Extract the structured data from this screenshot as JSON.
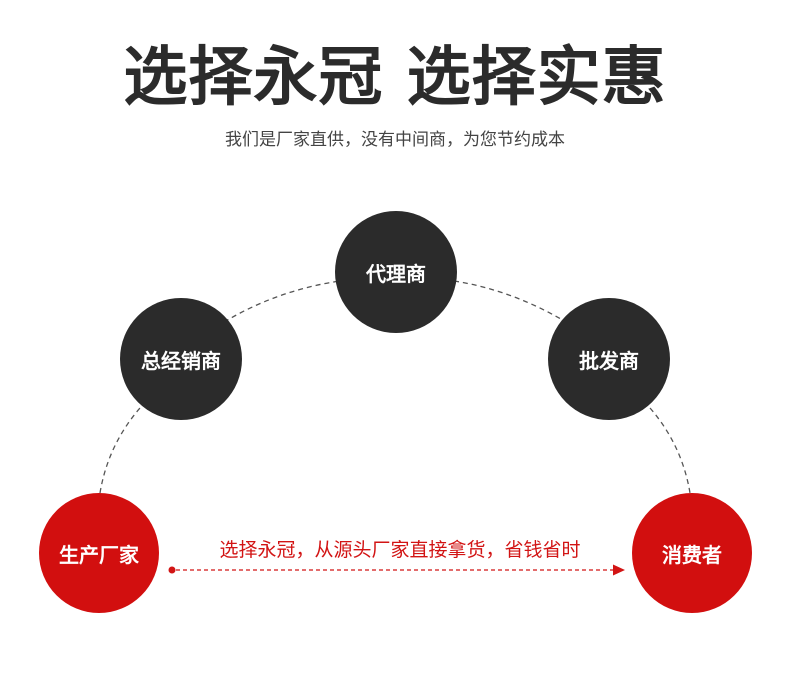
{
  "header": {
    "title": "选择永冠 选择实惠",
    "subtitle": "我们是厂家直供，没有中间商，为您节约成本"
  },
  "nodes": {
    "manufacturer": "生产厂家",
    "general_distributor": "总经销商",
    "agent": "代理商",
    "wholesaler": "批发商",
    "consumer": "消费者"
  },
  "direct_path": {
    "label": "选择永冠，从源头厂家直接拿货，省钱省时"
  },
  "colors": {
    "middleman": "#2b2b2b",
    "endpoint": "#d20f0f",
    "dashed_arc": "#555555",
    "direct_arrow": "#d21414"
  }
}
